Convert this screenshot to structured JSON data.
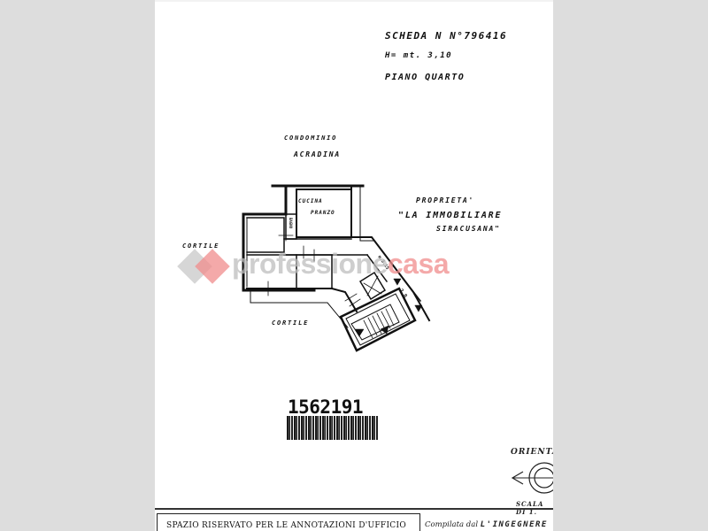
{
  "document": {
    "header": {
      "scheda": "SCHEDA N N°796416",
      "height": "H= mt. 3,10",
      "floor": "PIANO QUARTO"
    },
    "labels": {
      "condominio_line1": "CONDOMINIO",
      "condominio_line2": "ACRADINA",
      "proprieta_line1": "PROPRIETA'",
      "proprieta_line2": "\"LA IMMOBILIARE",
      "proprieta_line3": "SIRACUSANA\"",
      "cortile_left": "CORTILE",
      "cortile_bottom": "CORTILE",
      "kitchen_line1": "CUCINA",
      "kitchen_line2": "PRANZO",
      "bathroom": "BAGNO",
      "dim_1": "m.3.15",
      "dim_2": "2.8"
    },
    "barcode": {
      "number": "1562191"
    },
    "orientation": {
      "label": "ORIENTAM",
      "scale_label": "SCALA DI 1."
    },
    "footer": {
      "office_space": "SPAZIO RISERVATO PER LE ANNOTAZIONI D'UFFICIO",
      "compiled_by_prefix": "Compilata dal",
      "compiled_by_name": "L'INGEGNERE"
    },
    "watermark": {
      "part1": "professione",
      "part2": "casa",
      "colors": {
        "grey": "#bebebe",
        "pink": "#f08c8c"
      }
    }
  }
}
